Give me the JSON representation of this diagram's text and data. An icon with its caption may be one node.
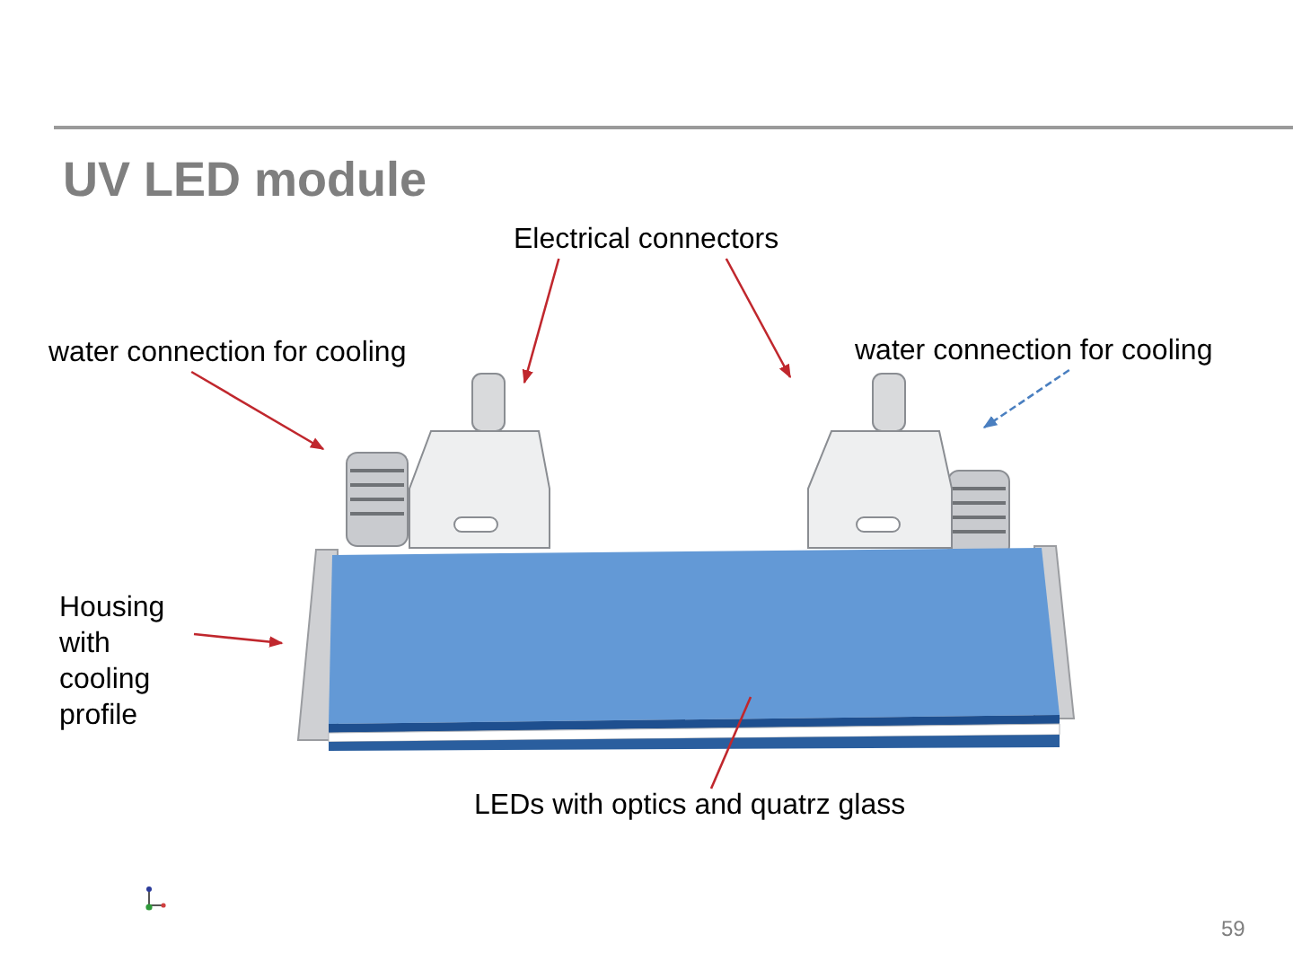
{
  "diagram": {
    "title": "UV LED module",
    "nodes": [
      {
        "text": [
          "Electrical connectors"
        ]
      },
      {
        "text": [
          "water connection for cooling"
        ]
      },
      {
        "text": [
          "water connection for cooling"
        ]
      },
      {
        "text": [
          "Housing with cooling profile"
        ]
      },
      {
        "text": [
          "LEDs with optics and quatrz glass"
        ]
      }
    ],
    "edges": [
      {
        "from": 0,
        "to": null,
        "arrow": "to"
      },
      {
        "from": 0,
        "to": null,
        "arrow": "to"
      },
      {
        "from": 1,
        "to": null,
        "arrow": "to"
      },
      {
        "from": 2,
        "to": null,
        "arrow": "to",
        "style": "dashed",
        "color": "#4a7fc0"
      },
      {
        "from": 3,
        "to": null,
        "arrow": "to"
      },
      {
        "from": 4,
        "to": null,
        "arrow": "none"
      }
    ],
    "labels": [
      "59"
    ]
  }
}
